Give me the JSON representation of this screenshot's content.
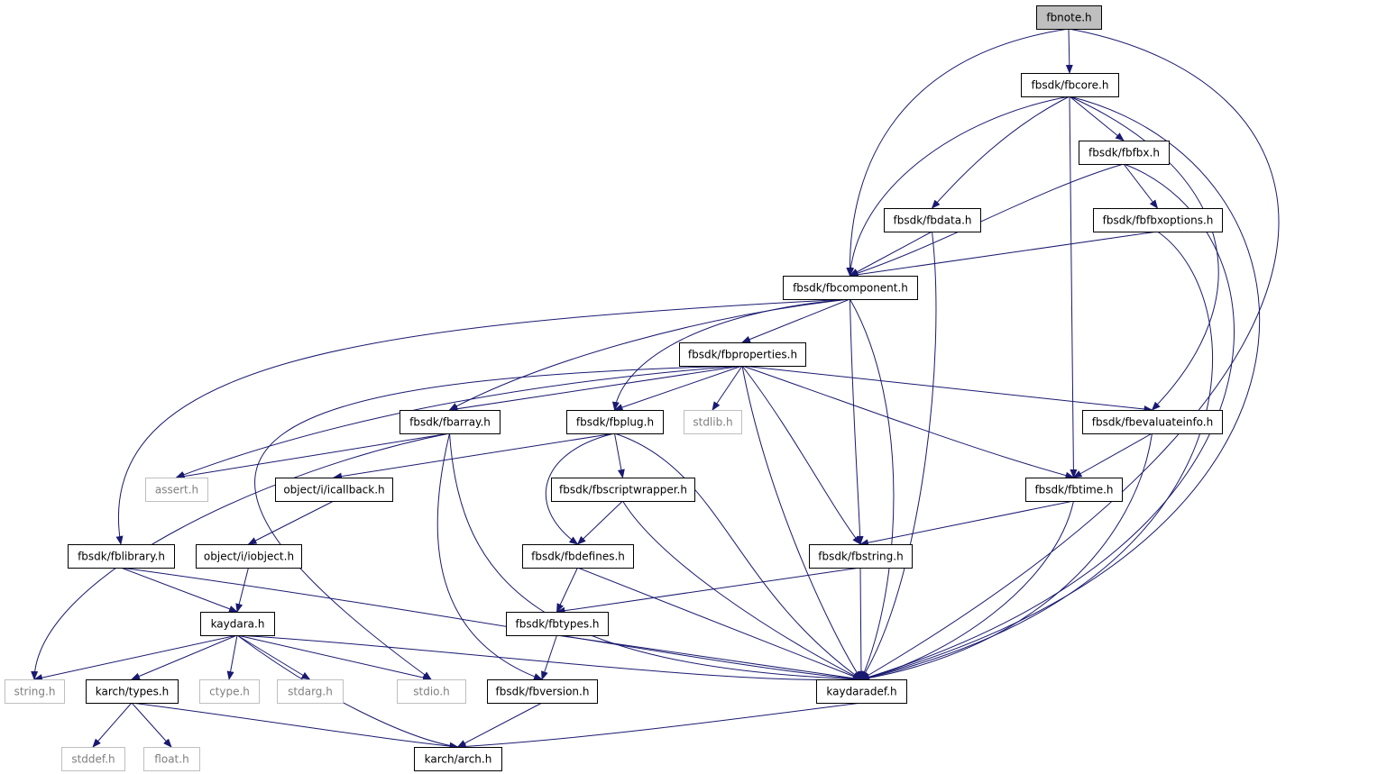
{
  "nodes": [
    {
      "id": "fbnote",
      "label": "fbnote.h",
      "style": "root"
    },
    {
      "id": "fbcore",
      "label": "fbsdk/fbcore.h",
      "style": "normal"
    },
    {
      "id": "fbfbx",
      "label": "fbsdk/fbfbx.h",
      "style": "normal"
    },
    {
      "id": "fbdata",
      "label": "fbsdk/fbdata.h",
      "style": "normal"
    },
    {
      "id": "fbfbxoptions",
      "label": "fbsdk/fbfbxoptions.h",
      "style": "normal"
    },
    {
      "id": "fbcomponent",
      "label": "fbsdk/fbcomponent.h",
      "style": "normal"
    },
    {
      "id": "fbproperties",
      "label": "fbsdk/fbproperties.h",
      "style": "normal"
    },
    {
      "id": "fbarray",
      "label": "fbsdk/fbarray.h",
      "style": "normal"
    },
    {
      "id": "fbplug",
      "label": "fbsdk/fbplug.h",
      "style": "normal"
    },
    {
      "id": "stdlib",
      "label": "stdlib.h",
      "style": "external"
    },
    {
      "id": "fbevaluateinfo",
      "label": "fbsdk/fbevaluateinfo.h",
      "style": "normal"
    },
    {
      "id": "assert",
      "label": "assert.h",
      "style": "external"
    },
    {
      "id": "icallback",
      "label": "object/i/icallback.h",
      "style": "normal"
    },
    {
      "id": "fbscriptwrapper",
      "label": "fbsdk/fbscriptwrapper.h",
      "style": "normal"
    },
    {
      "id": "fbtime",
      "label": "fbsdk/fbtime.h",
      "style": "normal"
    },
    {
      "id": "fblibrary",
      "label": "fbsdk/fblibrary.h",
      "style": "normal"
    },
    {
      "id": "iobject",
      "label": "object/i/iobject.h",
      "style": "normal"
    },
    {
      "id": "fbdefines",
      "label": "fbsdk/fbdefines.h",
      "style": "normal"
    },
    {
      "id": "fbstring",
      "label": "fbsdk/fbstring.h",
      "style": "normal"
    },
    {
      "id": "kaydara",
      "label": "kaydara.h",
      "style": "normal"
    },
    {
      "id": "fbtypes",
      "label": "fbsdk/fbtypes.h",
      "style": "normal"
    },
    {
      "id": "string",
      "label": "string.h",
      "style": "external"
    },
    {
      "id": "karchtypes",
      "label": "karch/types.h",
      "style": "normal"
    },
    {
      "id": "ctype",
      "label": "ctype.h",
      "style": "external"
    },
    {
      "id": "stdarg",
      "label": "stdarg.h",
      "style": "external"
    },
    {
      "id": "stdio",
      "label": "stdio.h",
      "style": "external"
    },
    {
      "id": "fbversion",
      "label": "fbsdk/fbversion.h",
      "style": "normal"
    },
    {
      "id": "kaydaradef",
      "label": "kaydaradef.h",
      "style": "normal"
    },
    {
      "id": "stddef",
      "label": "stddef.h",
      "style": "external"
    },
    {
      "id": "float",
      "label": "float.h",
      "style": "external"
    },
    {
      "id": "karcharch",
      "label": "karch/arch.h",
      "style": "normal"
    }
  ],
  "edges": [
    [
      "fbnote",
      "fbcore"
    ],
    [
      "fbnote",
      "fbcomponent"
    ],
    [
      "fbnote",
      "kaydaradef"
    ],
    [
      "fbcore",
      "fbfbx"
    ],
    [
      "fbcore",
      "fbdata"
    ],
    [
      "fbcore",
      "fbcomponent"
    ],
    [
      "fbcore",
      "fbevaluateinfo"
    ],
    [
      "fbcore",
      "fbtime"
    ],
    [
      "fbcore",
      "kaydaradef"
    ],
    [
      "fbfbx",
      "fbfbxoptions"
    ],
    [
      "fbfbx",
      "fbcomponent"
    ],
    [
      "fbfbx",
      "kaydaradef"
    ],
    [
      "fbdata",
      "fbcomponent"
    ],
    [
      "fbdata",
      "kaydaradef"
    ],
    [
      "fbfbxoptions",
      "fbcomponent"
    ],
    [
      "fbfbxoptions",
      "kaydaradef"
    ],
    [
      "fbcomponent",
      "fbproperties"
    ],
    [
      "fbcomponent",
      "fbarray"
    ],
    [
      "fbcomponent",
      "fbplug"
    ],
    [
      "fbcomponent",
      "fblibrary"
    ],
    [
      "fbcomponent",
      "fbstring"
    ],
    [
      "fbcomponent",
      "kaydaradef"
    ],
    [
      "fbproperties",
      "fbarray"
    ],
    [
      "fbproperties",
      "fbplug"
    ],
    [
      "fbproperties",
      "stdlib"
    ],
    [
      "fbproperties",
      "fbevaluateinfo"
    ],
    [
      "fbproperties",
      "assert"
    ],
    [
      "fbproperties",
      "stdio"
    ],
    [
      "fbproperties",
      "fbtime"
    ],
    [
      "fbproperties",
      "fbstring"
    ],
    [
      "fbproperties",
      "kaydaradef"
    ],
    [
      "fbarray",
      "assert"
    ],
    [
      "fbarray",
      "string"
    ],
    [
      "fbarray",
      "fbversion"
    ],
    [
      "fbarray",
      "kaydaradef"
    ],
    [
      "fbplug",
      "icallback"
    ],
    [
      "fbplug",
      "fbscriptwrapper"
    ],
    [
      "fbplug",
      "fbdefines"
    ],
    [
      "fbplug",
      "kaydaradef"
    ],
    [
      "fbevaluateinfo",
      "fbtime"
    ],
    [
      "fbevaluateinfo",
      "kaydaradef"
    ],
    [
      "icallback",
      "iobject"
    ],
    [
      "fbscriptwrapper",
      "fbdefines"
    ],
    [
      "fbscriptwrapper",
      "kaydaradef"
    ],
    [
      "fbtime",
      "fbstring"
    ],
    [
      "fbtime",
      "kaydaradef"
    ],
    [
      "fblibrary",
      "kaydara"
    ],
    [
      "fblibrary",
      "kaydaradef"
    ],
    [
      "iobject",
      "kaydara"
    ],
    [
      "fbdefines",
      "fbtypes"
    ],
    [
      "fbdefines",
      "kaydaradef"
    ],
    [
      "fbstring",
      "fbtypes"
    ],
    [
      "fbstring",
      "kaydaradef"
    ],
    [
      "kaydara",
      "string"
    ],
    [
      "kaydara",
      "karchtypes"
    ],
    [
      "kaydara",
      "ctype"
    ],
    [
      "kaydara",
      "stdarg"
    ],
    [
      "kaydara",
      "stdio"
    ],
    [
      "kaydara",
      "karcharch"
    ],
    [
      "kaydara",
      "kaydaradef"
    ],
    [
      "fbtypes",
      "fbversion"
    ],
    [
      "fbtypes",
      "kaydaradef"
    ],
    [
      "karchtypes",
      "stddef"
    ],
    [
      "karchtypes",
      "float"
    ],
    [
      "karchtypes",
      "karcharch"
    ],
    [
      "fbversion",
      "karcharch"
    ],
    [
      "kaydaradef",
      "karcharch"
    ]
  ],
  "colors": {
    "edge": "#191970",
    "node_border": "#000000",
    "external_border": "#bfbfbf",
    "external_text": "#7f7f7f",
    "root_fill": "#bfbfbf",
    "node_fill": "#ffffff",
    "text": "#000000"
  }
}
